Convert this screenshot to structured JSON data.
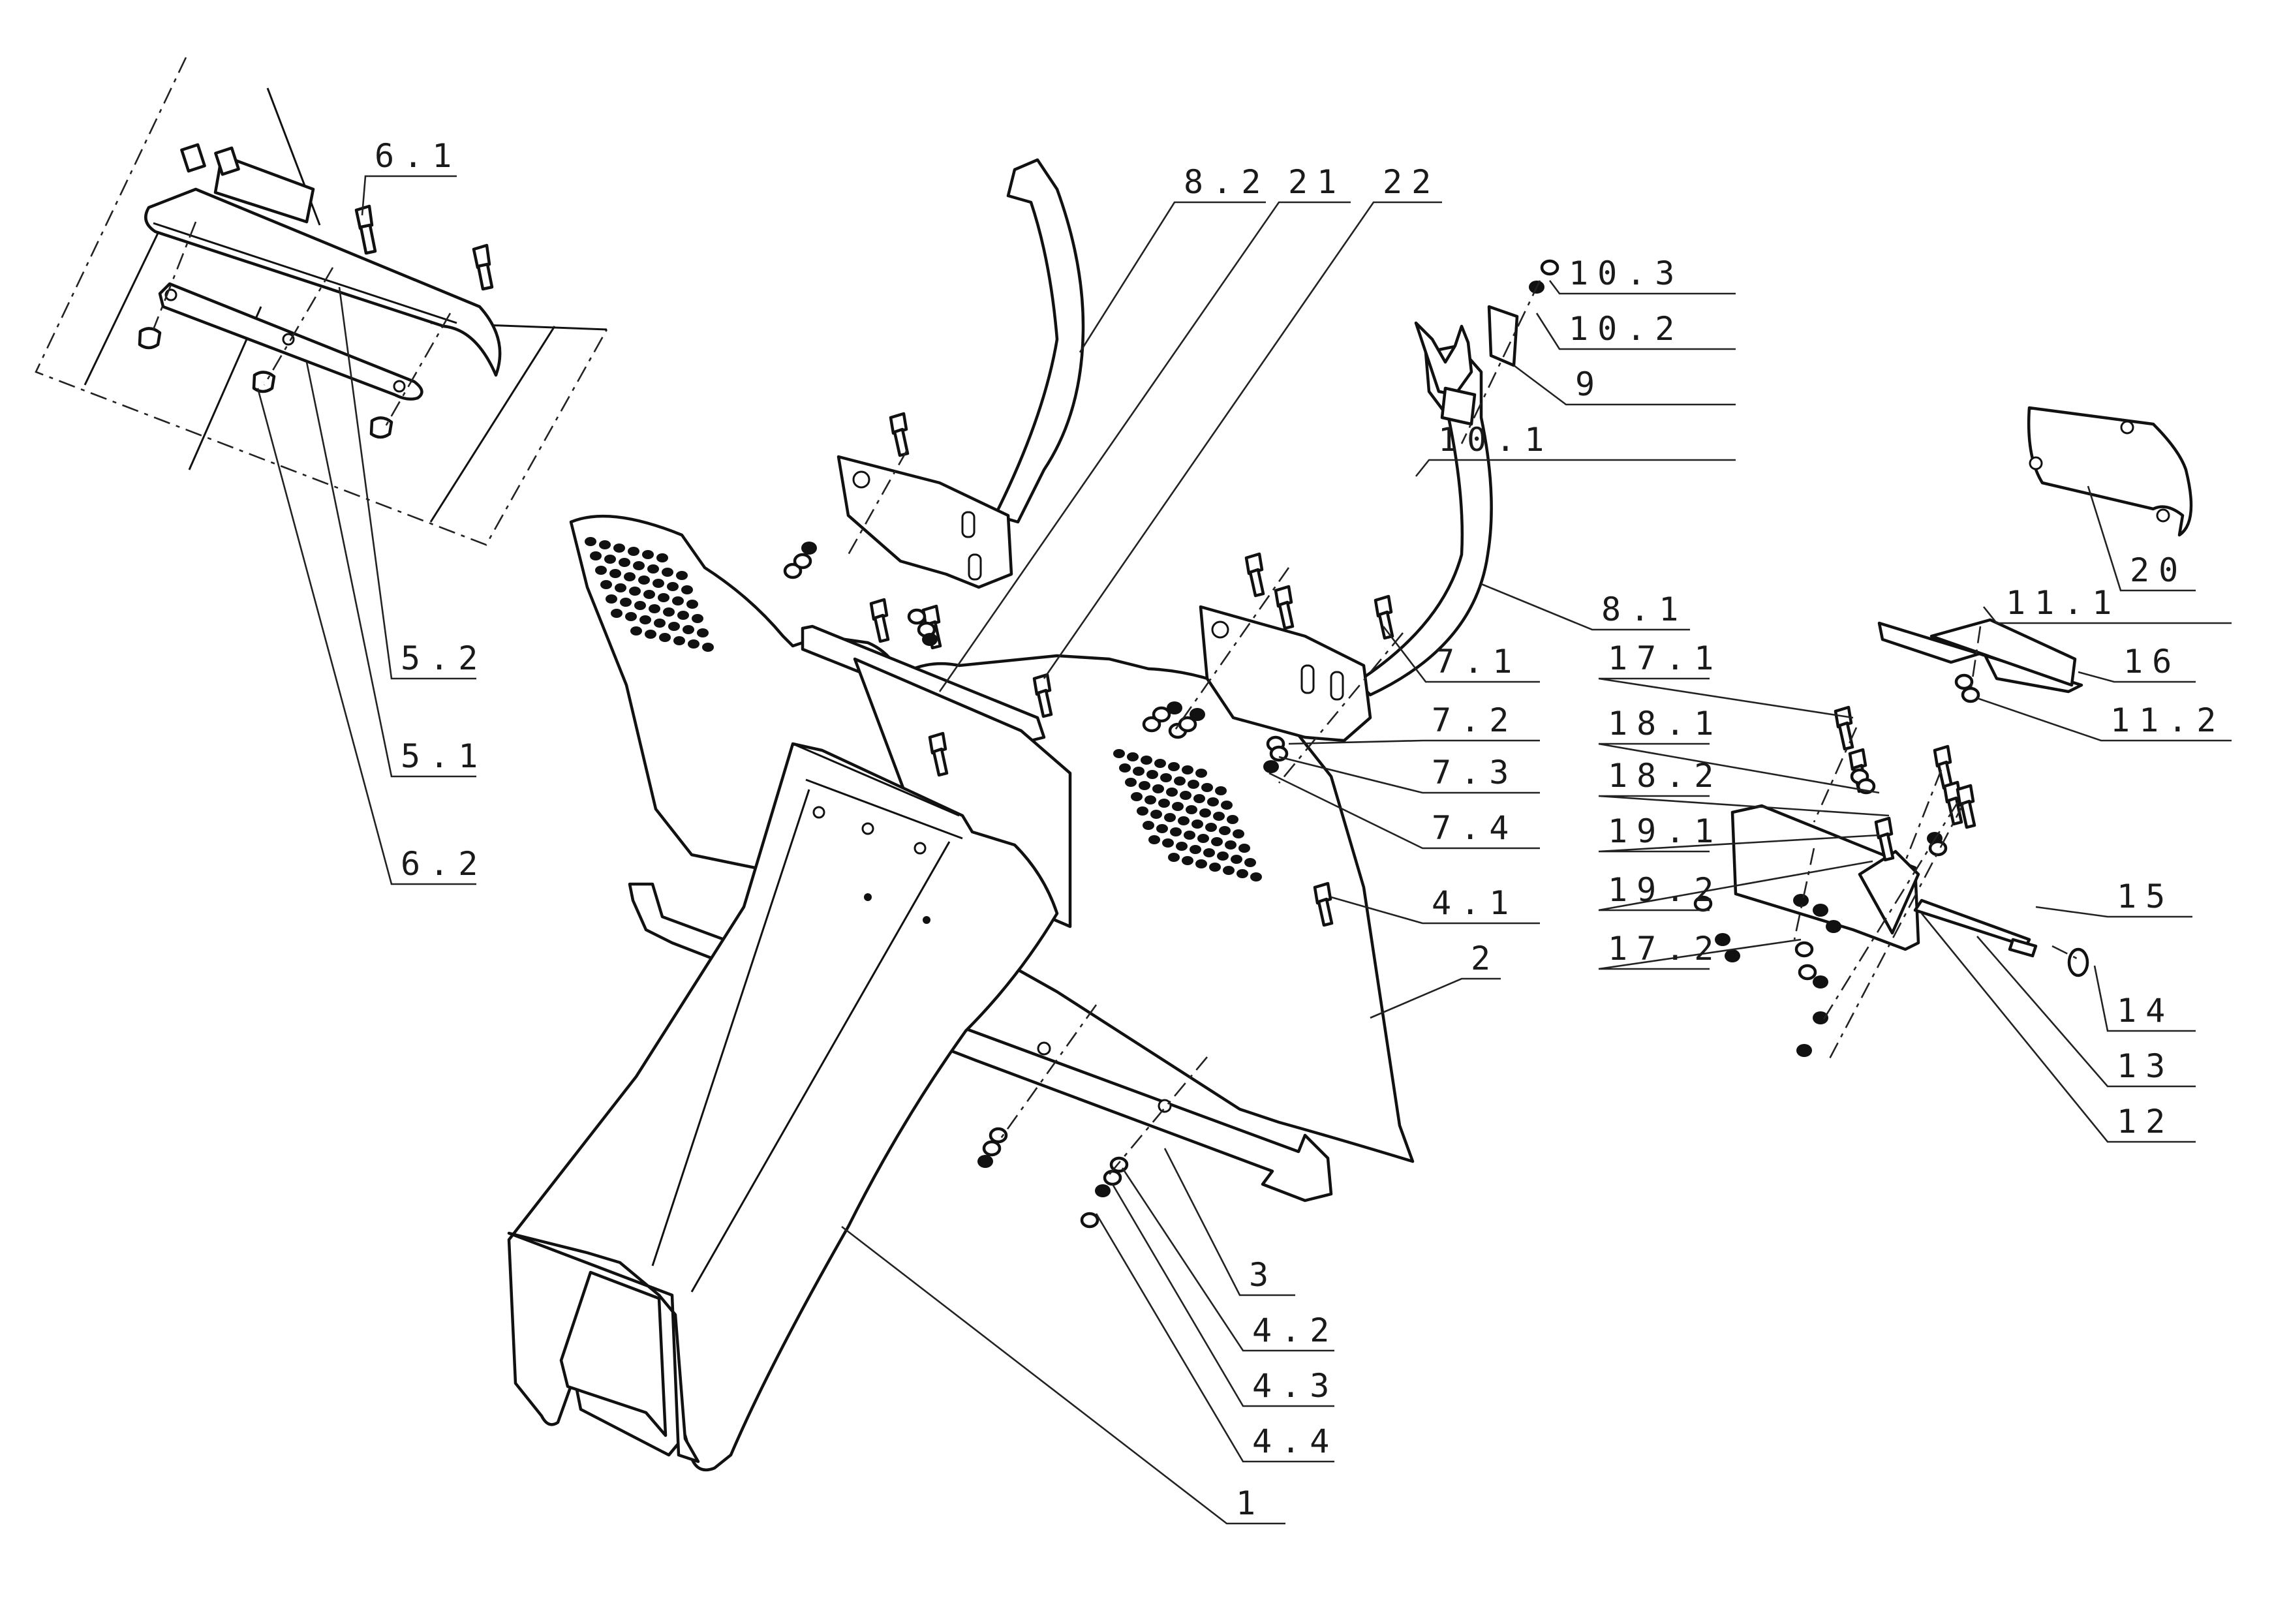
{
  "callouts": [
    {
      "id": "6.1",
      "label": "6.1"
    },
    {
      "id": "5.2",
      "label": "5.2"
    },
    {
      "id": "5.1",
      "label": "5.1"
    },
    {
      "id": "6.2",
      "label": "6.2"
    },
    {
      "id": "8.2",
      "label": "8.2"
    },
    {
      "id": "21",
      "label": "21"
    },
    {
      "id": "22",
      "label": "22"
    },
    {
      "id": "10.3",
      "label": "10.3"
    },
    {
      "id": "10.2",
      "label": "10.2"
    },
    {
      "id": "9",
      "label": "9"
    },
    {
      "id": "10.1",
      "label": "10.1"
    },
    {
      "id": "20",
      "label": "20"
    },
    {
      "id": "8.1",
      "label": "8.1"
    },
    {
      "id": "11.1",
      "label": "11.1"
    },
    {
      "id": "17.1",
      "label": "17.1"
    },
    {
      "id": "16",
      "label": "16"
    },
    {
      "id": "18.1",
      "label": "18.1"
    },
    {
      "id": "11.2",
      "label": "11.2"
    },
    {
      "id": "7.1",
      "label": "7.1"
    },
    {
      "id": "7.2",
      "label": "7.2"
    },
    {
      "id": "18.2",
      "label": "18.2"
    },
    {
      "id": "7.3",
      "label": "7.3"
    },
    {
      "id": "19.1",
      "label": "19.1"
    },
    {
      "id": "7.4",
      "label": "7.4"
    },
    {
      "id": "15",
      "label": "15"
    },
    {
      "id": "19.2",
      "label": "19.2"
    },
    {
      "id": "4.1",
      "label": "4.1"
    },
    {
      "id": "17.2",
      "label": "17.2"
    },
    {
      "id": "2",
      "label": "2"
    },
    {
      "id": "14",
      "label": "14"
    },
    {
      "id": "13",
      "label": "13"
    },
    {
      "id": "12",
      "label": "12"
    },
    {
      "id": "3",
      "label": "3"
    },
    {
      "id": "4.2",
      "label": "4.2"
    },
    {
      "id": "4.3",
      "label": "4.3"
    },
    {
      "id": "4.4",
      "label": "4.4"
    },
    {
      "id": "1",
      "label": "1"
    }
  ]
}
